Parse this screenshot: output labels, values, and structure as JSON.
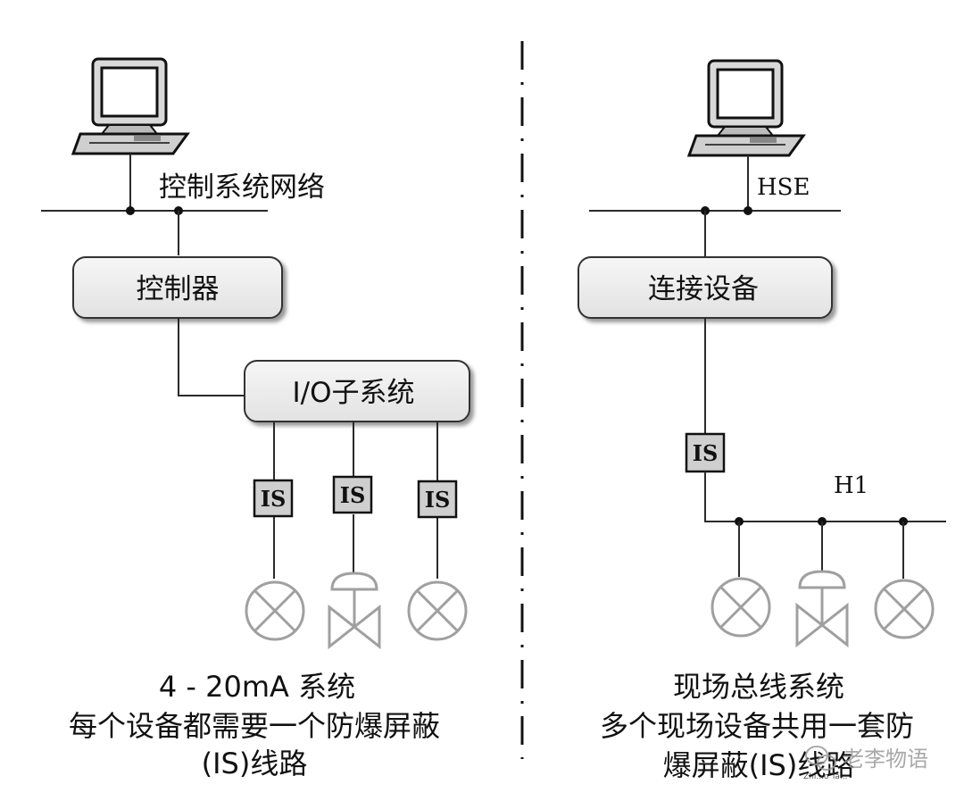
{
  "left": {
    "network_label": "控制系统网络",
    "controller_label": "控制器",
    "io_label": "I/O子系统",
    "is_label": "IS",
    "caption": [
      "4 - 20mA 系统",
      "每个设备都需要一个防爆屏蔽",
      "(IS)线路"
    ]
  },
  "right": {
    "hse_label": "HSE",
    "linking_label": "连接设备",
    "is_label": "IS",
    "h1_label": "H1",
    "caption": [
      "现场总线系统",
      "多个现场设备共用一套防",
      "爆屏蔽(IS)线路"
    ]
  },
  "watermark": {
    "text": "老李物语",
    "sub": "Zhi...o Ta..."
  }
}
